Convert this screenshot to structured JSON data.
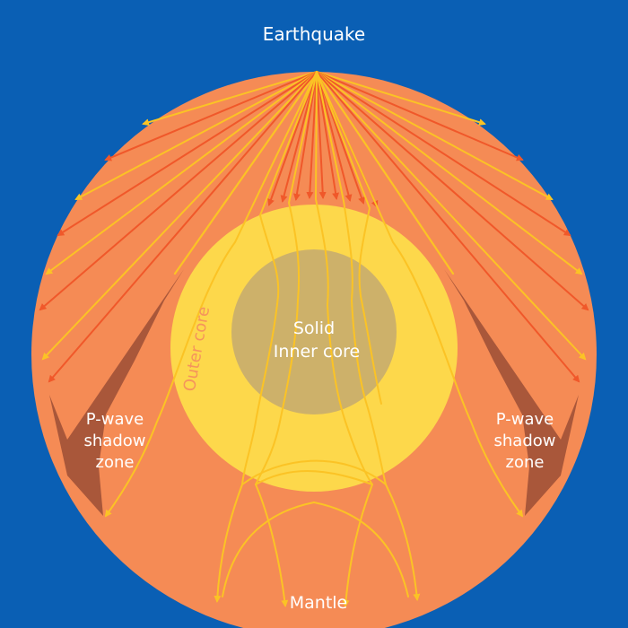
{
  "labels": {
    "earthquake": "Earthquake",
    "inner_core_line1": "Solid",
    "inner_core_line2": "Inner core",
    "outer_core": "Outer core",
    "shadow_left_line1": "P-wave",
    "shadow_left_line2": "shadow",
    "shadow_left_line3": "zone",
    "shadow_right_line1": "P-wave",
    "shadow_right_line2": "shadow",
    "shadow_right_line3": "zone",
    "mantle": "Mantle"
  },
  "colors": {
    "background": "#0a5fb4",
    "mantle": "#f58b55",
    "shadow_zone": "#a9573a",
    "outer_core": "#fdd84b",
    "inner_core": "#cdb16a",
    "p_wave": "#fbc325",
    "s_wave": "#f0582a",
    "label_light": "#ffffff",
    "label_outer_core": "#f5945c"
  }
}
